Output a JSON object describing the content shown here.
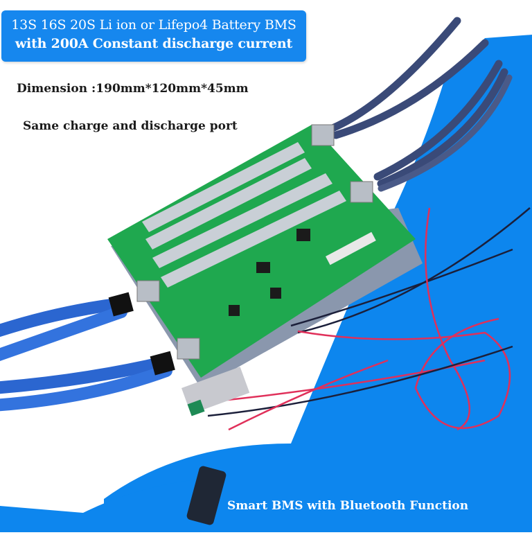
{
  "banner": {
    "line1": "13S 16S 20S Li ion or Lifepo4 Battery BMS",
    "line2": "with 200A Constant discharge current",
    "color": "#1687ee"
  },
  "specs": {
    "dimension": "Dimension :190mm*120mm*45mm",
    "port": "Same charge and discharge port"
  },
  "footer": {
    "caption": "Smart BMS with Bluetooth Function"
  },
  "product": {
    "board_color": "#1fa84f",
    "background_accent": "#0d86ee",
    "cable_colors": {
      "thick_left": "#2f6fd6",
      "thick_right": "#3a4a78",
      "balance_red": "#e0305a",
      "balance_black": "#1b1f3a"
    }
  }
}
